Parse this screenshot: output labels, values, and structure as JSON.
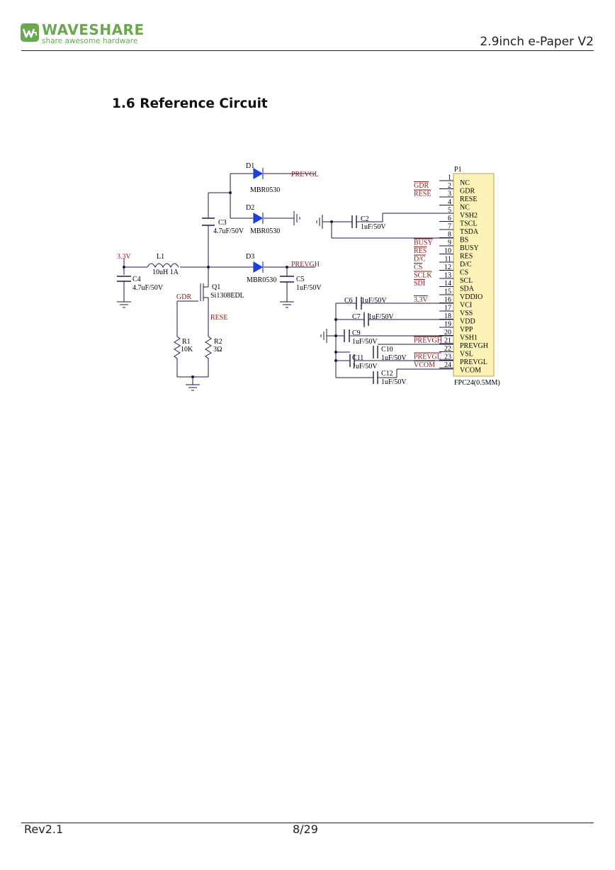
{
  "header": {
    "logo_name": "WAVESHARE",
    "logo_tagline": "share awesome hardware",
    "doc_title": "2.9inch e-Paper V2"
  },
  "section": {
    "heading": "1.6  Reference Circuit"
  },
  "schematic": {
    "d1": "D1",
    "d1_part": "MBR0530",
    "d1_net": "PREVGL",
    "d2": "D2",
    "d2_part": "MBR0530",
    "d3": "D3",
    "d3_part": "MBR0530",
    "d3_net": "PREVGH",
    "c3": "C3",
    "c3_value": "4.7uF/50V",
    "vin_net": "3.3V",
    "l1": "L1",
    "l1_value": "10uH 1A",
    "c4": "C4",
    "c4_value": "4.7uF/50V",
    "c5": "C5",
    "c5_value": "1uF/50V",
    "q1": "Q1",
    "q1_part": "Si1308EDL",
    "gdr_net": "GDR",
    "rese_net": "RESE",
    "r1": "R1",
    "r1_value": "10K",
    "r2": "R2",
    "r2_value": "3Ω",
    "c2": "C2",
    "c2_value": "1uF/50V",
    "c6": "C6",
    "c6_value": "1uF/50V",
    "c7": "C7",
    "c7_value": "1uF/50V",
    "c9": "C9",
    "c9_value": "1uF/50V",
    "c10": "C10",
    "c10_value": "1uF/50V",
    "c11": "C11",
    "c11_value": "1uF/50V",
    "c12": "C12",
    "c12_value": "1uF/50V",
    "connector": "P1",
    "connector_part": "FPC24(0.5MM)",
    "pins": [
      {
        "num": "1",
        "name": "NC",
        "net": ""
      },
      {
        "num": "2",
        "name": "GDR",
        "net": "GDR"
      },
      {
        "num": "3",
        "name": "RESE",
        "net": "RESE"
      },
      {
        "num": "4",
        "name": "NC",
        "net": ""
      },
      {
        "num": "5",
        "name": "VSH2",
        "net": ""
      },
      {
        "num": "6",
        "name": "TSCL",
        "net": ""
      },
      {
        "num": "7",
        "name": "TSDA",
        "net": ""
      },
      {
        "num": "8",
        "name": "BS",
        "net": ""
      },
      {
        "num": "9",
        "name": "BUSY",
        "net": "BUSY"
      },
      {
        "num": "10",
        "name": "RES",
        "net": "RES"
      },
      {
        "num": "11",
        "name": "D/C",
        "net": "D/C"
      },
      {
        "num": "12",
        "name": "CS",
        "net": "CS"
      },
      {
        "num": "13",
        "name": "SCL",
        "net": "SCLK"
      },
      {
        "num": "14",
        "name": "SDA",
        "net": "SDI"
      },
      {
        "num": "15",
        "name": "VDDIO",
        "net": ""
      },
      {
        "num": "16",
        "name": "VCI",
        "net": "3.3V"
      },
      {
        "num": "17",
        "name": "VSS",
        "net": ""
      },
      {
        "num": "18",
        "name": "VDD",
        "net": ""
      },
      {
        "num": "19",
        "name": "VPP",
        "net": ""
      },
      {
        "num": "20",
        "name": "VSH1",
        "net": ""
      },
      {
        "num": "21",
        "name": "PREVGH",
        "net": "PREVGH"
      },
      {
        "num": "22",
        "name": "VSL",
        "net": ""
      },
      {
        "num": "23",
        "name": "PREVGL",
        "net": "PREVGL"
      },
      {
        "num": "24",
        "name": "VCOM",
        "net": "VCOM"
      }
    ]
  },
  "footer": {
    "revision": "Rev2.1",
    "page": "8/29"
  },
  "colors": {
    "brand": "#6aa84f",
    "diode": "#1f3fd8",
    "net_label": "#8b1a1a",
    "connector_fill": "#fdf3b8",
    "wire": "#1a1a4a"
  }
}
